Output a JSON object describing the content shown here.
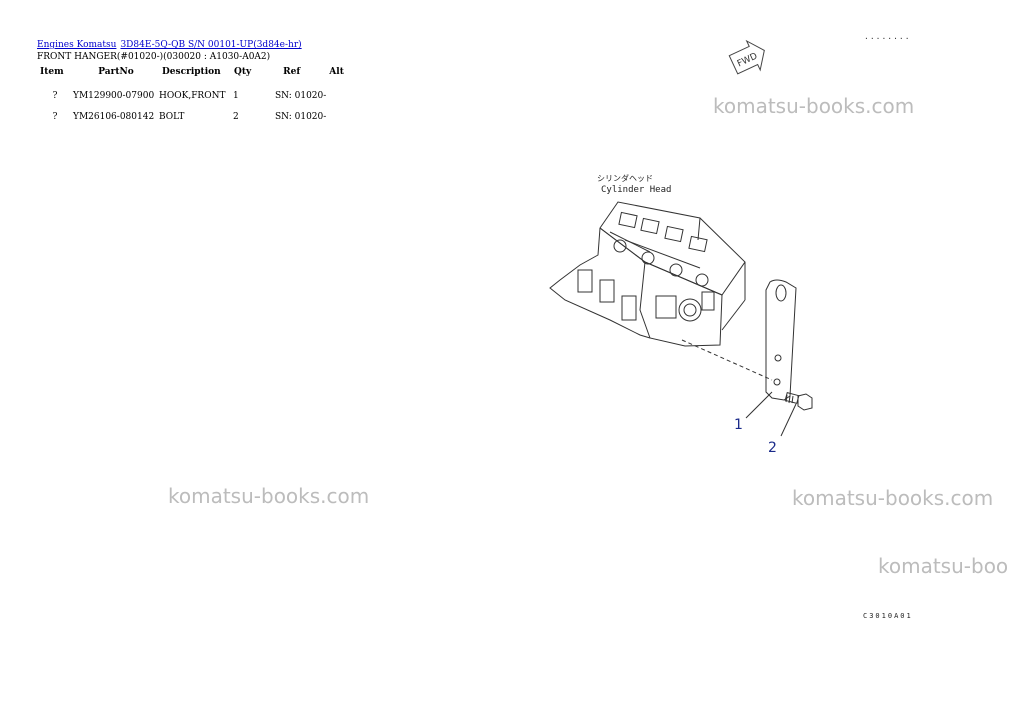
{
  "breadcrumb": {
    "link1": "Engines Komatsu",
    "link2": "3D84E-5Q-QB S/N 00101-UP(3d84e-hr)"
  },
  "page_title": "FRONT HANGER(#01020-)(030020 : A1030-A0A2)",
  "table": {
    "headers": [
      "Item",
      "PartNo",
      "Description",
      "Qty",
      "Ref",
      "Alt"
    ],
    "rows": [
      {
        "item": "?",
        "partno": "YM129900-07900",
        "description": "HOOK,FRONT",
        "qty": "1",
        "ref": "SN: 01020-",
        "alt": ""
      },
      {
        "item": "?",
        "partno": "YM26106-080142",
        "description": "BOLT",
        "qty": "2",
        "ref": "SN: 01020-",
        "alt": ""
      }
    ]
  },
  "watermarks": {
    "w1": "komatsu-books.com",
    "w2": "komatsu-books.com",
    "w3": "komatsu-books.com",
    "w4": "komatsu-boo"
  },
  "diagram": {
    "jp_label": "シリンダヘッド",
    "en_label": "Cylinder Head",
    "fwd_label": "FWD",
    "callout_1": "1",
    "callout_2": "2",
    "dots": "........",
    "figure_code": "C3010A01"
  }
}
